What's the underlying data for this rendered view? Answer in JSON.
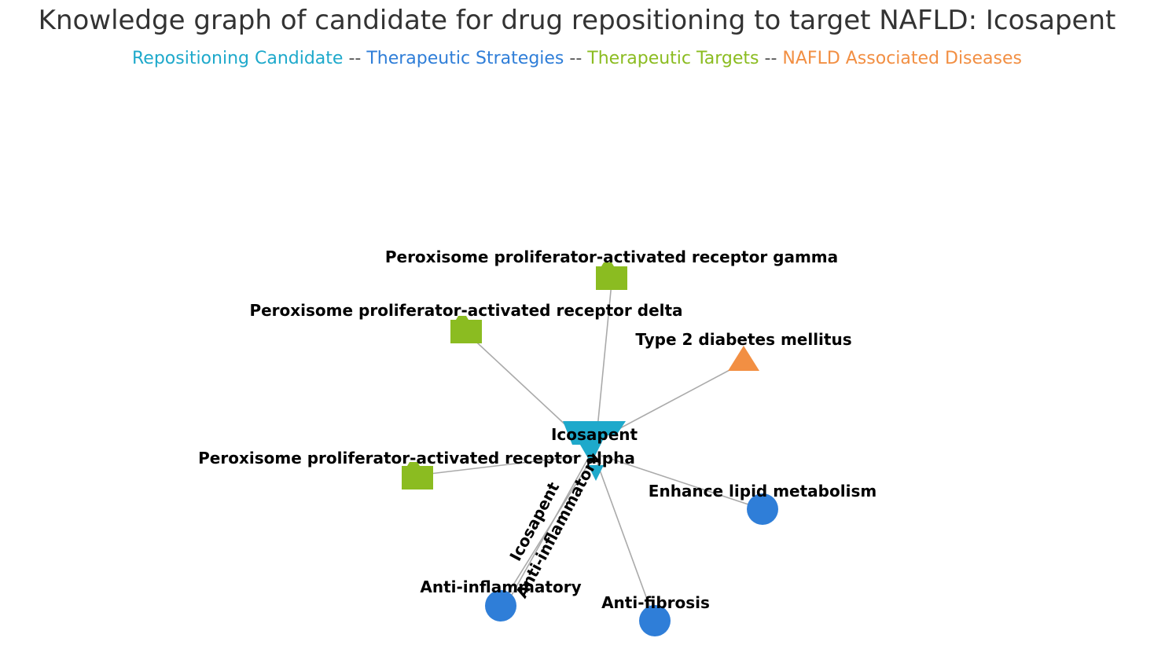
{
  "title": "Knowledge graph of candidate for drug repositioning to target NAFLD: Icosapent",
  "legend": [
    {
      "label": "Repositioning Candidate",
      "color": "#1ea9cb"
    },
    {
      "label": "Therapeutic Strategies",
      "color": "#2f7ed8"
    },
    {
      "label": "Therapeutic Targets",
      "color": "#8bbc21"
    },
    {
      "label": "NAFLD Associated Diseases",
      "color": "#f28f43"
    }
  ],
  "legend_separator": "--",
  "colors": {
    "candidate": "#1ea9cb",
    "strategy": "#2f7ed8",
    "target": "#8bbc21",
    "disease": "#f28f43",
    "edge": "#aaaaaa"
  },
  "nodes": {
    "icosapent": {
      "label": "Icosapent",
      "shape": "inverted-triangle"
    },
    "ppar_gamma": {
      "label": "Peroxisome proliferator-activated receptor gamma",
      "shape": "folder"
    },
    "ppar_delta": {
      "label": "Peroxisome proliferator-activated receptor delta",
      "shape": "folder"
    },
    "ppar_alpha": {
      "label": "Peroxisome proliferator-activated receptor alpha",
      "shape": "folder"
    },
    "t2dm": {
      "label": "Type 2 diabetes mellitus",
      "shape": "triangle"
    },
    "lipid": {
      "label": "Enhance lipid metabolism",
      "shape": "circle"
    },
    "anti_inflammatory": {
      "label": "Anti-inflammatory",
      "shape": "circle"
    },
    "anti_fibrosis": {
      "label": "Anti-fibrosis",
      "shape": "circle"
    }
  },
  "edge_labels": {
    "icosapent_anti_inflammatory_from": "Icosapent",
    "icosapent_anti_inflammatory_to": "Anti-inflammatory"
  }
}
